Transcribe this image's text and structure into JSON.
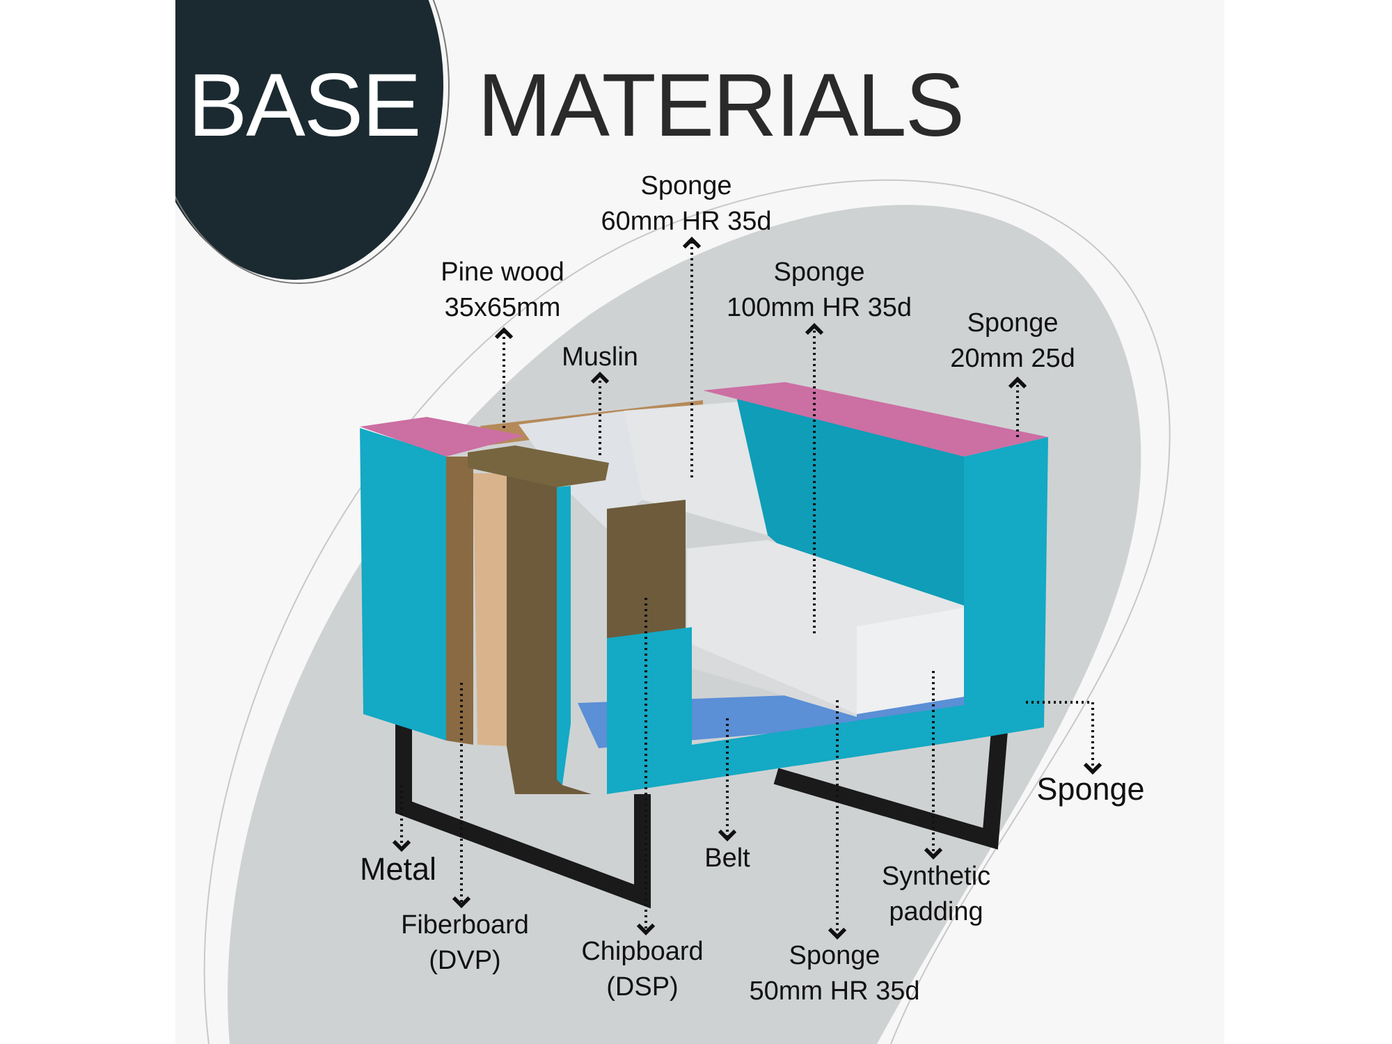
{
  "title": {
    "word1": "BASE",
    "word2": "MATERIALS"
  },
  "colors": {
    "dark_circle": "#1b2a30",
    "upholstery_sponge": "#14a9c4",
    "armrest_sponge": "#cc6fa3",
    "chipboard": "#6d5b3c",
    "foam": "#e4e6e8",
    "metal": "#1a1a1a",
    "background_blob": "#cfd2d3"
  },
  "labels": {
    "sponge_60": [
      "Sponge",
      "60mm HR 35d"
    ],
    "pine_wood": [
      "Pine wood",
      "35x65mm"
    ],
    "sponge_100": [
      "Sponge",
      "100mm HR 35d"
    ],
    "muslin": [
      "Muslin"
    ],
    "sponge_20": [
      "Sponge",
      "20mm 25d"
    ],
    "sponge_side": [
      "Sponge"
    ],
    "metal": [
      "Metal"
    ],
    "belt": [
      "Belt"
    ],
    "synthetic_padding": [
      "Synthetic",
      "padding"
    ],
    "fiberboard": [
      "Fiberboard",
      "(DVP)"
    ],
    "chipboard": [
      "Chipboard",
      "(DSP)"
    ],
    "sponge_50": [
      "Sponge",
      "50mm HR 35d"
    ]
  }
}
